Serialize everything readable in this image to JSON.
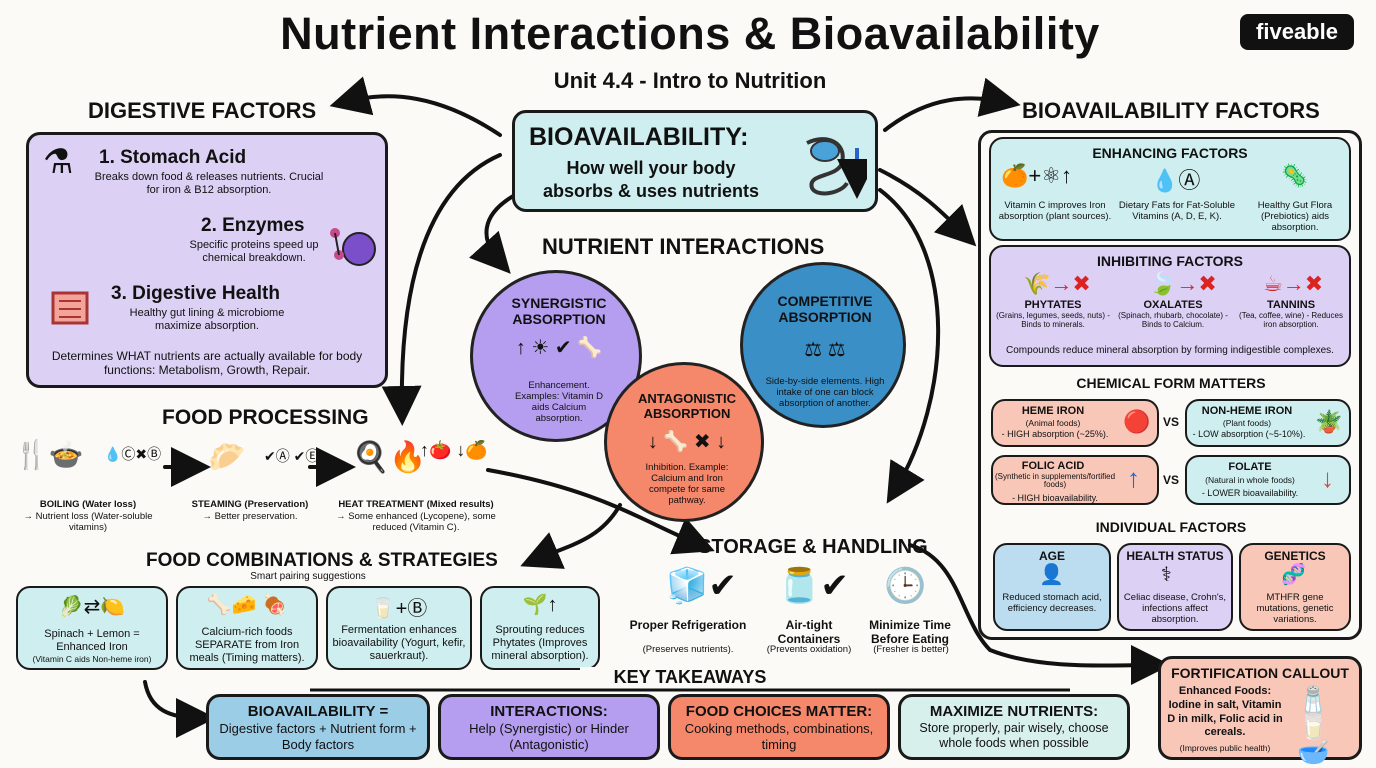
{
  "title": "Nutrient Interactions & Bioavailability",
  "subtitle": "Unit 4.4 - Intro to Nutrition",
  "logo": "fiveable",
  "center": {
    "heading": "BIOAVAILABILITY:",
    "text": "How well your body absorbs & uses nutrients"
  },
  "digestive": {
    "heading": "DIGESTIVE FACTORS",
    "s1": {
      "title": "1. Stomach Acid",
      "text": "Breaks down food & releases nutrients. Crucial for iron & B12 absorption."
    },
    "s2": {
      "title": "2. Enzymes",
      "text": "Specific proteins speed up chemical breakdown."
    },
    "s3": {
      "title": "3. Digestive Health",
      "text": "Healthy gut lining & microbiome maximize absorption."
    },
    "summary": "Determines WHAT nutrients are actually available for body functions: Metabolism, Growth, Repair."
  },
  "interactions": {
    "heading": "NUTRIENT INTERACTIONS",
    "syn": {
      "title": "SYNERGISTIC ABSORPTION",
      "text": "Enhancement. Examples: Vitamin D aids Calcium absorption."
    },
    "comp": {
      "title": "COMPETITIVE ABSORPTION",
      "text": "Side-by-side elements. High intake of one can block absorption of another."
    },
    "ant": {
      "title": "ANTAGONISTIC ABSORPTION",
      "text": "Inhibition. Example: Calcium and Iron compete for same pathway."
    }
  },
  "processing": {
    "heading": "FOOD PROCESSING",
    "boil": {
      "title": "BOILING (Water loss)",
      "text": "→ Nutrient loss (Water-soluble vitamins)"
    },
    "steam": {
      "title": "STEAMING (Preservation)",
      "text": "→ Better preservation."
    },
    "heat": {
      "title": "HEAT TREATMENT (Mixed results)",
      "text": "→ Some enhanced (Lycopene), some reduced (Vitamin C)."
    }
  },
  "combos": {
    "heading": "FOOD COMBINATIONS & STRATEGIES",
    "sub": "Smart pairing suggestions",
    "items": [
      {
        "text": "Spinach + Lemon = Enhanced Iron",
        "note": "(Vitamin C aids Non-heme iron)"
      },
      {
        "text": "Calcium-rich foods SEPARATE from Iron meals (Timing matters).",
        "note": ""
      },
      {
        "text": "Fermentation enhances bioavailability (Yogurt, kefir, sauerkraut).",
        "note": ""
      },
      {
        "text": "Sprouting reduces Phytates (Improves mineral absorption).",
        "note": ""
      }
    ]
  },
  "storage": {
    "heading": "STORAGE & HANDLING",
    "items": [
      {
        "title": "Proper Refrigeration",
        "note": "(Preserves nutrients)."
      },
      {
        "title": "Air-tight Containers",
        "note": "(Prevents oxidation)"
      },
      {
        "title": "Minimize Time Before Eating",
        "note": "(Fresher is better)"
      }
    ]
  },
  "bio": {
    "heading": "BIOAVAILABILITY FACTORS",
    "enh": {
      "heading": "ENHANCING FACTORS",
      "items": [
        "Vitamin C improves Iron absorption (plant sources).",
        "Dietary Fats for Fat-Soluble Vitamins (A, D, E, K).",
        "Healthy Gut Flora (Prebiotics) aids absorption."
      ]
    },
    "inh": {
      "heading": "INHIBITING FACTORS",
      "items": [
        {
          "name": "PHYTATES",
          "note": "(Grains, legumes, seeds, nuts) - Binds to minerals."
        },
        {
          "name": "OXALATES",
          "note": "(Spinach, rhubarb, chocolate) - Binds to Calcium."
        },
        {
          "name": "TANNINS",
          "note": "(Tea, coffee, wine) - Reduces iron absorption."
        }
      ],
      "summary": "Compounds reduce mineral absorption by forming indigestible complexes."
    },
    "chem": {
      "heading": "CHEMICAL FORM MATTERS",
      "vs": "VS",
      "heme": {
        "title": "HEME IRON",
        "note": "(Animal foods)",
        "text": "- HIGH absorption (~25%)."
      },
      "nonheme": {
        "title": "NON-HEME IRON",
        "note": "(Plant foods)",
        "text": "- LOW absorption (~5-10%)."
      },
      "folic": {
        "title": "FOLIC ACID",
        "note": "(Synthetic in supplements/fortified foods)",
        "text": "- HIGH bioavailability."
      },
      "folate": {
        "title": "FOLATE",
        "note": "(Natural in whole foods)",
        "text": "- LOWER bioavailability."
      }
    },
    "indiv": {
      "heading": "INDIVIDUAL FACTORS",
      "age": {
        "title": "AGE",
        "text": "Reduced stomach acid, efficiency decreases."
      },
      "health": {
        "title": "HEALTH STATUS",
        "text": "Celiac disease, Crohn's, infections affect absorption."
      },
      "gen": {
        "title": "GENETICS",
        "text": "MTHFR gene mutations, genetic variations."
      }
    }
  },
  "fort": {
    "heading": "FORTIFICATION CALLOUT",
    "text": "Enhanced Foods: Iodine in salt, Vitamin D in milk, Folic acid in cereals.",
    "note": "(Improves public health)"
  },
  "takeaways": {
    "heading": "KEY TAKEAWAYS",
    "items": [
      {
        "title": "BIOAVAILABILITY =",
        "text": "Digestive factors + Nutrient form + Body factors"
      },
      {
        "title": "INTERACTIONS:",
        "text": "Help (Synergistic) or Hinder (Antagonistic)"
      },
      {
        "title": "FOOD CHOICES MATTER:",
        "text": "Cooking methods, combinations, timing"
      },
      {
        "title": "MAXIMIZE NUTRIENTS:",
        "text": "Store properly, pair wisely, choose whole foods when possible"
      }
    ]
  },
  "colors": {
    "lilac": "#dcd0f4",
    "teal": "#cfeef0",
    "salmon": "#f8c7b8",
    "blue": "#9ccde7",
    "violet": "#b59ef0",
    "orange": "#f5876a"
  }
}
